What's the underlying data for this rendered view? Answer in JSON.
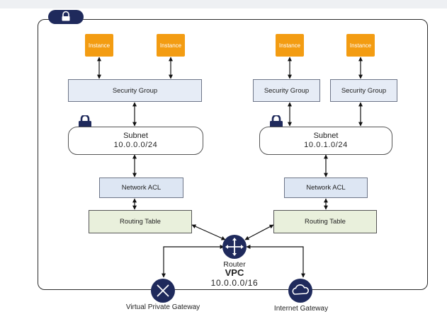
{
  "vpc": {
    "label": "VPC",
    "cidr": "10.0.0.0/16"
  },
  "router": {
    "label": "Router"
  },
  "left": {
    "instances": [
      "Instance",
      "Instance"
    ],
    "security_group": "Security Group",
    "subnet": {
      "label": "Subnet",
      "cidr": "10.0.0.0/24"
    },
    "network_acl": "Network ACL",
    "routing_table": "Routing Table"
  },
  "right": {
    "instances": [
      "Instance",
      "Instance"
    ],
    "security_groups": [
      "Security Group",
      "Security Group"
    ],
    "subnet": {
      "label": "Subnet",
      "cidr": "10.0.1.0/24"
    },
    "network_acl": "Network ACL",
    "routing_table": "Routing Table"
  },
  "gateways": {
    "virtual_private": "Virtual Private Gateway",
    "internet": "Internet Gateway"
  },
  "colors": {
    "instance": "#f39c12",
    "navy_icon": "#1f2a5c",
    "security_group_fill": "#e6ecf6",
    "routing_table_fill": "#e9f0dc"
  }
}
